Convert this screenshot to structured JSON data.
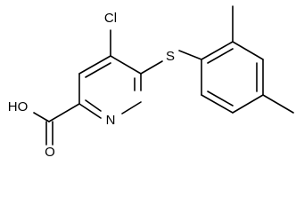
{
  "molecule": {
    "atom_labels": {
      "chlorine": "Cl",
      "sulfur": "S",
      "nitrogen": "N",
      "hydroxyl": "HO",
      "carbonyl_oxygen": "O"
    }
  }
}
